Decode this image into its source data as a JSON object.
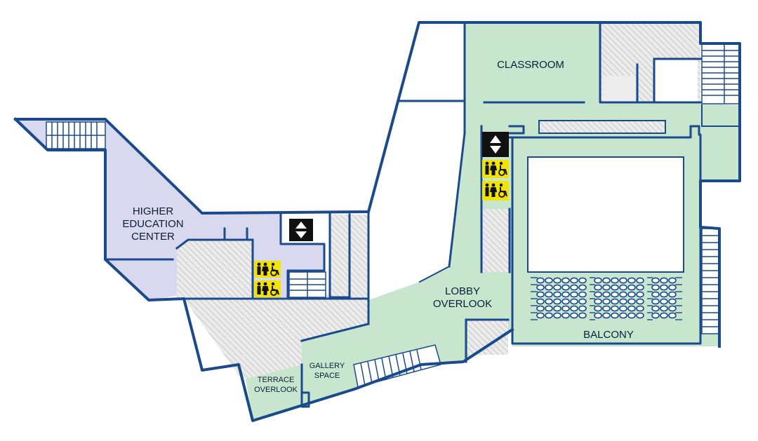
{
  "map": {
    "colors": {
      "wall": "#1a4a8c",
      "green_floor": "#c8e6cd",
      "purple_floor": "#d8d8ee",
      "hatch_fill": "#e8e8e8",
      "restroom_sign": "#f2e400",
      "elevator_sign": "#111111"
    },
    "rooms": {
      "classroom": "CLASSROOM",
      "higher_ed_line1": "HIGHER",
      "higher_ed_line2": "EDUCATION",
      "higher_ed_line3": "CENTER",
      "lobby_line1": "LOBBY",
      "lobby_line2": "OVERLOOK",
      "balcony": "BALCONY",
      "gallery_line1": "GALLERY",
      "gallery_line2": "SPACE",
      "terrace_line1": "TERRACE",
      "terrace_line2": "OVERLOOK"
    },
    "icons": {
      "elevator": "elevator-icon",
      "restroom": "restroom-accessible-icon"
    }
  }
}
